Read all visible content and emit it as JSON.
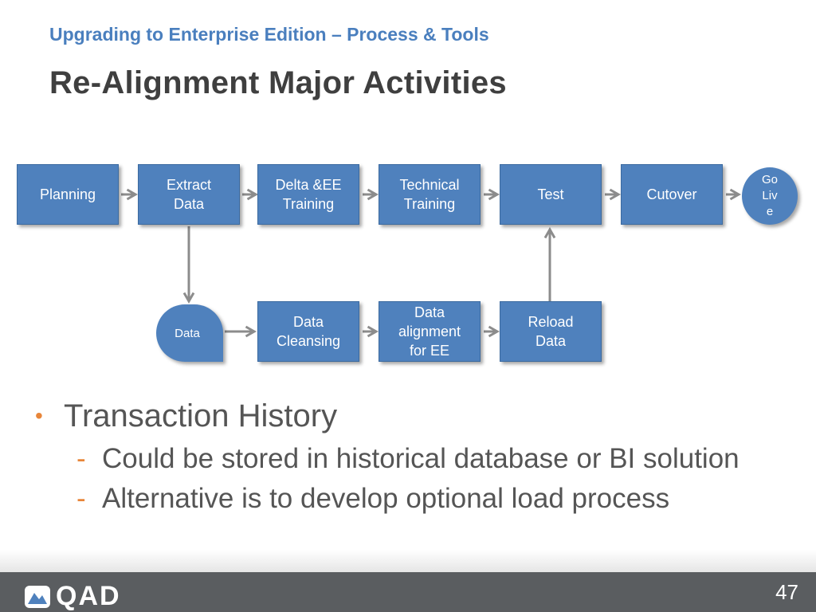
{
  "header": {
    "subtitle": "Upgrading to Enterprise Edition – Process & Tools",
    "title": "Re-Alignment Major Activities"
  },
  "diagram": {
    "top_row": [
      {
        "label": "Planning"
      },
      {
        "label": "Extract\nData"
      },
      {
        "label": "Delta &EE\nTraining"
      },
      {
        "label": "Technical\nTraining"
      },
      {
        "label": "Test"
      },
      {
        "label": "Cutover"
      }
    ],
    "go_live": "Go\nLiv\ne",
    "data_node": "Data",
    "bottom_row": [
      {
        "label": "Data\nCleansing"
      },
      {
        "label": "Data\nalignment\nfor EE"
      },
      {
        "label": "Reload\nData"
      }
    ],
    "colors": {
      "box": "#4f81bd",
      "arrow": "#8c8c8c"
    }
  },
  "bullets": {
    "main": "Transaction History",
    "sub": [
      "Could be stored in historical database or BI solution",
      "Alternative is to develop optional load process"
    ],
    "bullet_color": "#e8863a"
  },
  "footer": {
    "logo_text": "QAD",
    "logo_icon": "qad-logo-icon",
    "page_number": "47"
  }
}
